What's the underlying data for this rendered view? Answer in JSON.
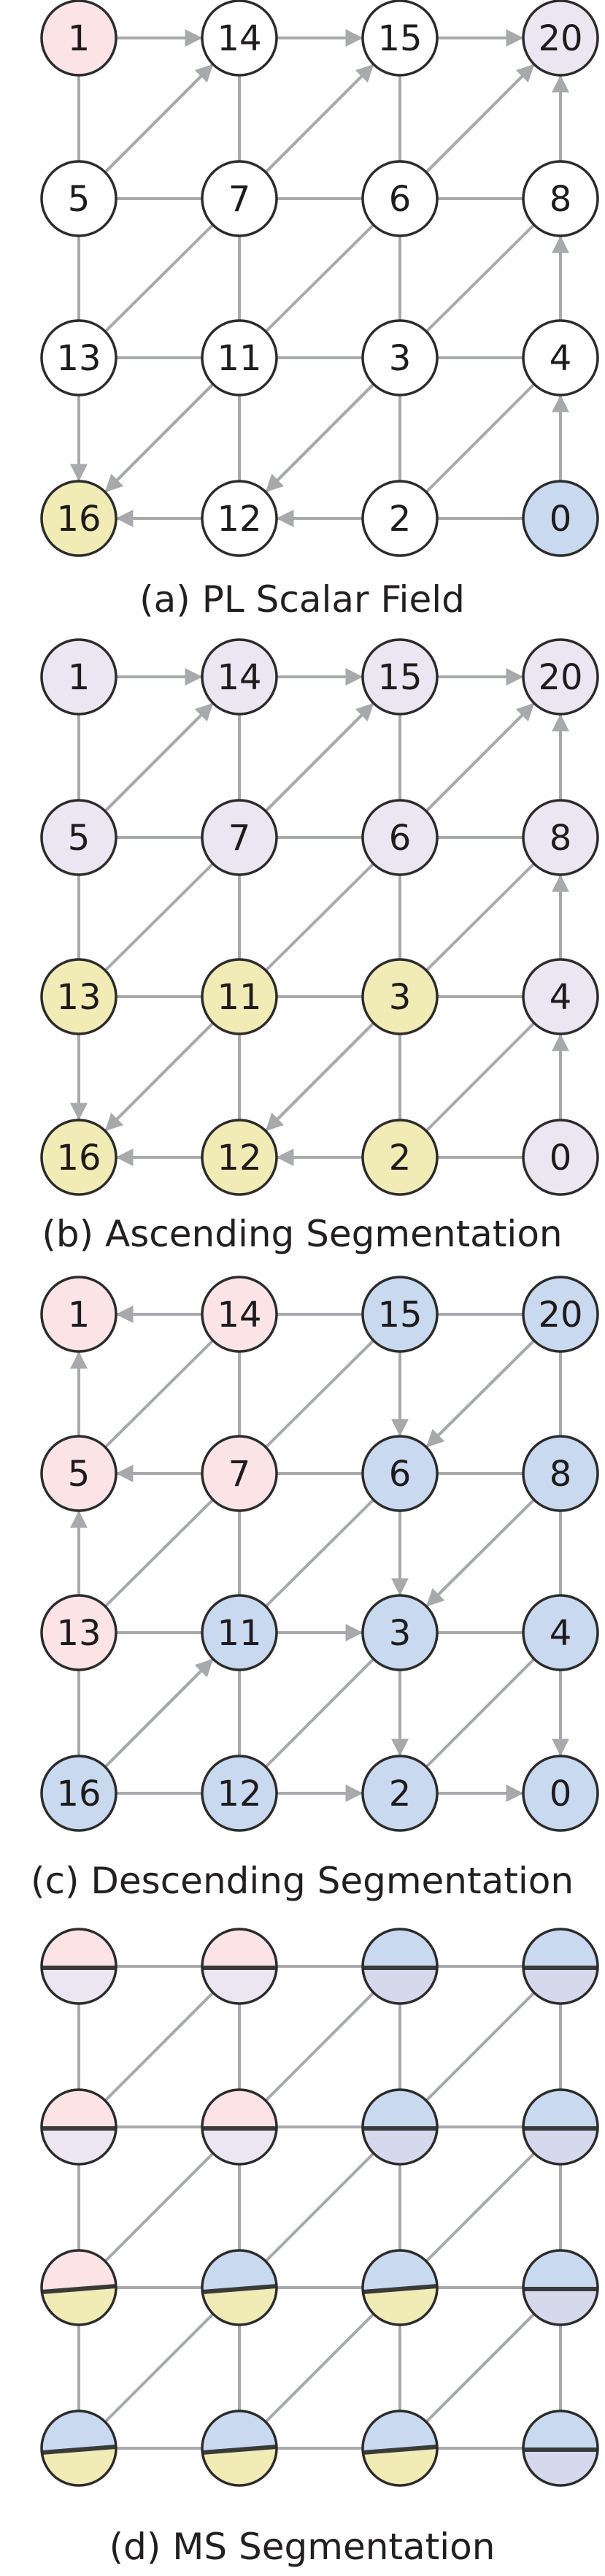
{
  "panels": [
    {
      "key": "a",
      "caption": "(a) PL Scalar Field",
      "mode": "labels",
      "labels": [
        [
          "1",
          "14",
          "15",
          "20"
        ],
        [
          "5",
          "7",
          "6",
          "8"
        ],
        [
          "13",
          "11",
          "3",
          "4"
        ],
        [
          "16",
          "12",
          "2",
          "0"
        ]
      ],
      "fills": [
        [
          "pink",
          "white",
          "white",
          "lilac"
        ],
        [
          "white",
          "white",
          "white",
          "white"
        ],
        [
          "white",
          "white",
          "white",
          "white"
        ],
        [
          "yellow",
          "white",
          "white",
          "blue"
        ]
      ],
      "arrows": [
        [
          [
            0,
            0
          ],
          [
            0,
            1
          ]
        ],
        [
          [
            0,
            1
          ],
          [
            0,
            2
          ]
        ],
        [
          [
            0,
            2
          ],
          [
            0,
            3
          ]
        ],
        [
          [
            1,
            0
          ],
          [
            0,
            1
          ]
        ],
        [
          [
            1,
            1
          ],
          [
            0,
            2
          ]
        ],
        [
          [
            1,
            2
          ],
          [
            0,
            3
          ]
        ],
        [
          [
            1,
            3
          ],
          [
            0,
            3
          ]
        ],
        [
          [
            2,
            3
          ],
          [
            1,
            3
          ]
        ],
        [
          [
            3,
            3
          ],
          [
            2,
            3
          ]
        ],
        [
          [
            2,
            0
          ],
          [
            3,
            0
          ]
        ],
        [
          [
            2,
            1
          ],
          [
            3,
            0
          ]
        ],
        [
          [
            2,
            2
          ],
          [
            3,
            1
          ]
        ],
        [
          [
            3,
            1
          ],
          [
            3,
            0
          ]
        ],
        [
          [
            3,
            2
          ],
          [
            3,
            1
          ]
        ]
      ]
    },
    {
      "key": "b",
      "caption": "(b) Ascending Segmentation",
      "mode": "labels",
      "labels": [
        [
          "1",
          "14",
          "15",
          "20"
        ],
        [
          "5",
          "7",
          "6",
          "8"
        ],
        [
          "13",
          "11",
          "3",
          "4"
        ],
        [
          "16",
          "12",
          "2",
          "0"
        ]
      ],
      "fills": [
        [
          "lilac",
          "lilac",
          "lilac",
          "lilac"
        ],
        [
          "lilac",
          "lilac",
          "lilac",
          "lilac"
        ],
        [
          "yellow",
          "yellow",
          "yellow",
          "lilac"
        ],
        [
          "yellow",
          "yellow",
          "yellow",
          "lilac"
        ]
      ],
      "arrows": [
        [
          [
            0,
            0
          ],
          [
            0,
            1
          ]
        ],
        [
          [
            0,
            1
          ],
          [
            0,
            2
          ]
        ],
        [
          [
            0,
            2
          ],
          [
            0,
            3
          ]
        ],
        [
          [
            1,
            0
          ],
          [
            0,
            1
          ]
        ],
        [
          [
            1,
            1
          ],
          [
            0,
            2
          ]
        ],
        [
          [
            1,
            2
          ],
          [
            0,
            3
          ]
        ],
        [
          [
            1,
            3
          ],
          [
            0,
            3
          ]
        ],
        [
          [
            2,
            3
          ],
          [
            1,
            3
          ]
        ],
        [
          [
            3,
            3
          ],
          [
            2,
            3
          ]
        ],
        [
          [
            2,
            0
          ],
          [
            3,
            0
          ]
        ],
        [
          [
            2,
            1
          ],
          [
            3,
            0
          ]
        ],
        [
          [
            2,
            2
          ],
          [
            3,
            1
          ]
        ],
        [
          [
            3,
            1
          ],
          [
            3,
            0
          ]
        ],
        [
          [
            3,
            2
          ],
          [
            3,
            1
          ]
        ]
      ]
    },
    {
      "key": "c",
      "caption": "(c) Descending Segmentation",
      "mode": "labels",
      "labels": [
        [
          "1",
          "14",
          "15",
          "20"
        ],
        [
          "5",
          "7",
          "6",
          "8"
        ],
        [
          "13",
          "11",
          "3",
          "4"
        ],
        [
          "16",
          "12",
          "2",
          "0"
        ]
      ],
      "fills": [
        [
          "pink",
          "pink",
          "blue",
          "blue"
        ],
        [
          "pink",
          "pink",
          "blue",
          "blue"
        ],
        [
          "pink",
          "blue",
          "blue",
          "blue"
        ],
        [
          "blue",
          "blue",
          "blue",
          "blue"
        ]
      ],
      "arrows": [
        [
          [
            0,
            1
          ],
          [
            0,
            0
          ]
        ],
        [
          [
            1,
            0
          ],
          [
            0,
            0
          ]
        ],
        [
          [
            1,
            1
          ],
          [
            1,
            0
          ]
        ],
        [
          [
            2,
            0
          ],
          [
            1,
            0
          ]
        ],
        [
          [
            0,
            2
          ],
          [
            1,
            2
          ]
        ],
        [
          [
            0,
            3
          ],
          [
            1,
            2
          ]
        ],
        [
          [
            1,
            2
          ],
          [
            2,
            2
          ]
        ],
        [
          [
            1,
            3
          ],
          [
            2,
            2
          ]
        ],
        [
          [
            2,
            1
          ],
          [
            2,
            2
          ]
        ],
        [
          [
            2,
            2
          ],
          [
            3,
            2
          ]
        ],
        [
          [
            2,
            3
          ],
          [
            3,
            3
          ]
        ],
        [
          [
            3,
            2
          ],
          [
            3,
            3
          ]
        ],
        [
          [
            3,
            1
          ],
          [
            3,
            2
          ]
        ],
        [
          [
            3,
            0
          ],
          [
            2,
            1
          ]
        ]
      ]
    },
    {
      "key": "d",
      "caption": "(d) MS Segmentation",
      "mode": "split",
      "splits": [
        [
          [
            "pink",
            "lilac"
          ],
          [
            "pink",
            "lilac"
          ],
          [
            "blue",
            "slate"
          ],
          [
            "blue",
            "slate"
          ]
        ],
        [
          [
            "pink",
            "lilac"
          ],
          [
            "pink",
            "lilac"
          ],
          [
            "blue",
            "slate"
          ],
          [
            "blue",
            "slate"
          ]
        ],
        [
          [
            "pink",
            "yellow"
          ],
          [
            "blue",
            "yellow"
          ],
          [
            "blue",
            "yellow"
          ],
          [
            "blue",
            "slate"
          ]
        ],
        [
          [
            "blue",
            "yellow"
          ],
          [
            "blue",
            "yellow"
          ],
          [
            "blue",
            "yellow"
          ],
          [
            "blue",
            "slate"
          ]
        ]
      ],
      "arrows": []
    }
  ],
  "palette": {
    "pink": "#fbe3e6",
    "lilac": "#ebe6f2",
    "yellow": "#f1ebb5",
    "blue": "#c8d9f0",
    "slate": "#d6d8ec",
    "white": "#ffffff"
  }
}
